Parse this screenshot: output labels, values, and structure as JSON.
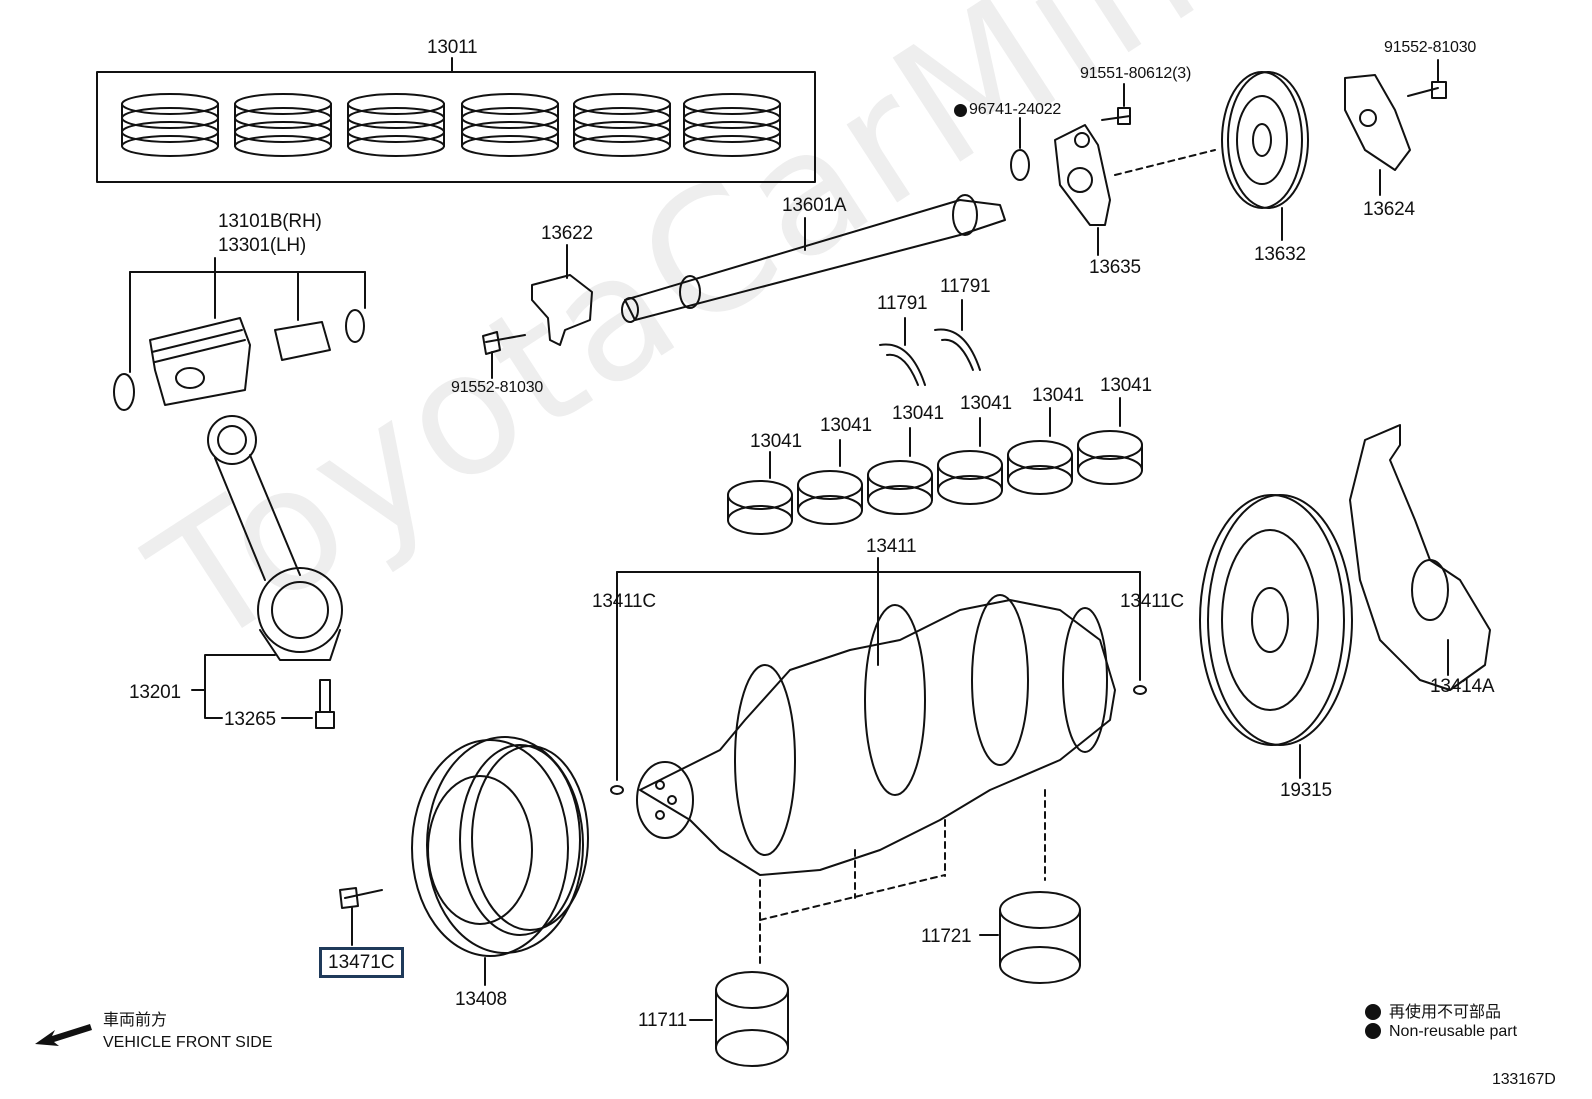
{
  "watermark": "ToyotaCarMine.ru",
  "labels": {
    "p13011": "13011",
    "p13101b": "13101B(RH)",
    "p13301": "13301(LH)",
    "p13622": "13622",
    "p91552_a": "91552-81030",
    "p13601a": "13601A",
    "p96741": "96741-24022",
    "p91551": "91551-80612(3)",
    "p91552_b": "91552-81030",
    "p13635": "13635",
    "p13632": "13632",
    "p13624": "13624",
    "p11791_a": "11791",
    "p11791_b": "11791",
    "p13041_1": "13041",
    "p13041_2": "13041",
    "p13041_3": "13041",
    "p13041_4": "13041",
    "p13041_5": "13041",
    "p13041_6": "13041",
    "p13411": "13411",
    "p13411c_l": "13411C",
    "p13411c_r": "13411C",
    "p13201": "13201",
    "p13265": "13265",
    "p13471c": "13471C",
    "p13408": "13408",
    "p11711": "11711",
    "p11721": "11721",
    "p19315": "19315",
    "p13414a": "13414A"
  },
  "legend": {
    "jp": "再使用不可部品",
    "en": "Non-reusable part"
  },
  "front": {
    "jp": "車両前方",
    "en": "VEHICLE FRONT SIDE"
  },
  "diagram_code": "133167D",
  "colors": {
    "line": "#111111",
    "highlight_border": "#1f3a5a",
    "watermark": "#eeeeee"
  }
}
